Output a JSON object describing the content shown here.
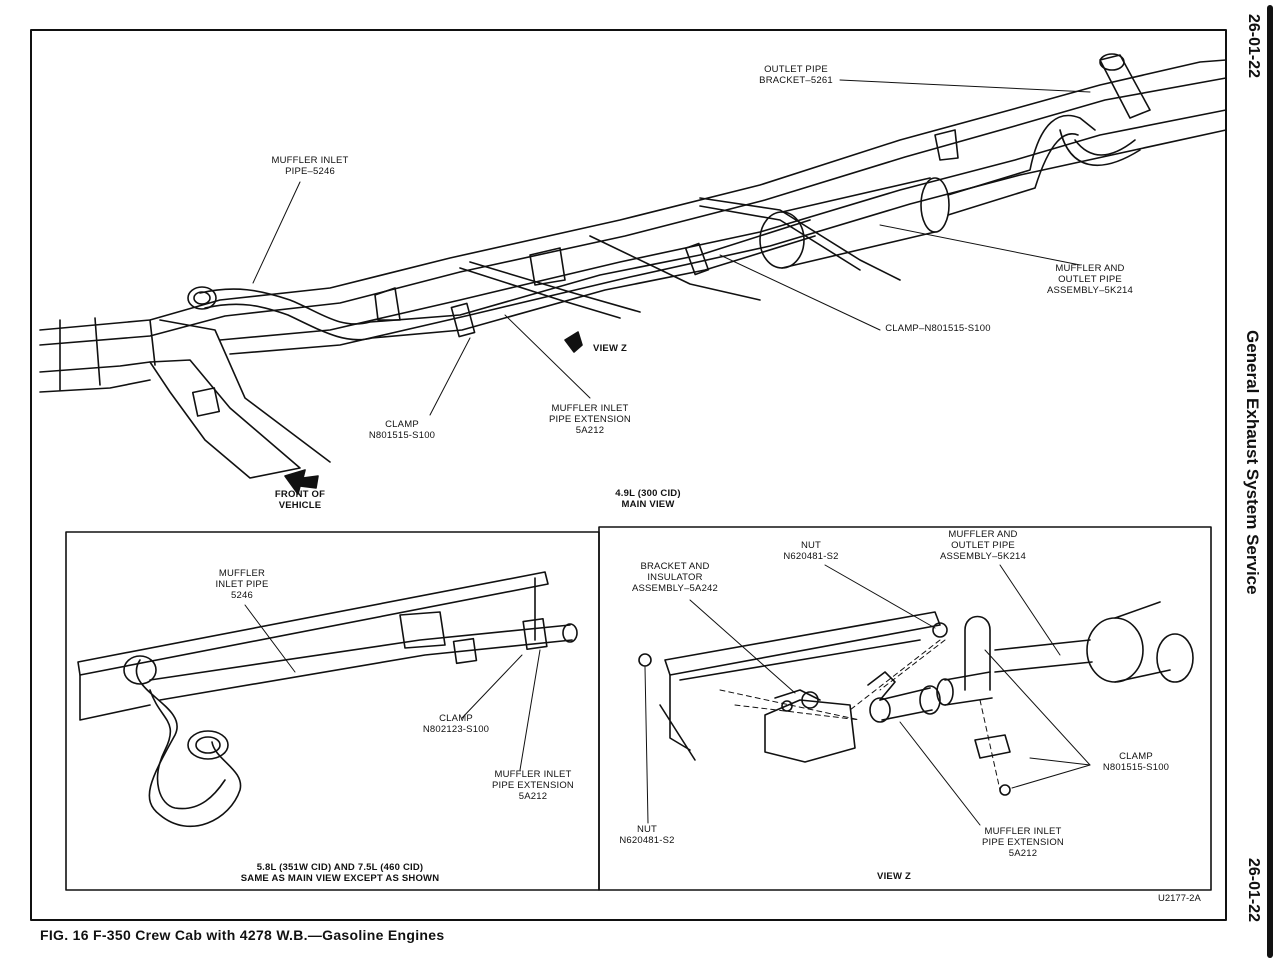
{
  "page_number_top": "26-01-22",
  "page_number_bottom": "26-01-22",
  "section_title": "General Exhaust System Service",
  "figure_caption": "FIG. 16  F-350 Crew Cab with 4278 W.B.—Gasoline Engines",
  "drawing_code": "U2177-2A",
  "main_view": {
    "title": "4.9L (300 CID)\nMAIN VIEW",
    "labels": {
      "outlet_bracket": "OUTLET PIPE\nBRACKET–5261",
      "muffler_inlet_pipe": "MUFFLER INLET\nPIPE–5246",
      "muffler_outlet_assembly": "MUFFLER AND\nOUTLET PIPE\nASSEMBLY–5K214",
      "clamp_right": "CLAMP–N801515-S100",
      "view_z": "VIEW Z",
      "clamp_left": "CLAMP\nN801515-S100",
      "inlet_extension": "MUFFLER INLET\nPIPE EXTENSION\n5A212",
      "front_of_vehicle": "FRONT OF\nVEHICLE"
    }
  },
  "left_view": {
    "title": "5.8L (351W CID) AND 7.5L (460 CID)\nSAME AS MAIN VIEW EXCEPT AS SHOWN",
    "labels": {
      "muffler_inlet_pipe": "MUFFLER\nINLET PIPE\n5246",
      "clamp": "CLAMP\nN802123-S100",
      "inlet_extension": "MUFFLER INLET\nPIPE EXTENSION\n5A212"
    }
  },
  "view_z": {
    "title": "VIEW Z",
    "labels": {
      "nut_top": "NUT\nN620481-S2",
      "bracket_insulator": "BRACKET AND\nINSULATOR\nASSEMBLY–5A242",
      "muffler_outlet_assembly": "MUFFLER AND\nOUTLET PIPE\nASSEMBLY–5K214",
      "clamp": "CLAMP\nN801515-S100",
      "nut_bottom": "NUT\nN620481-S2",
      "inlet_extension": "MUFFLER INLET\nPIPE EXTENSION\n5A212"
    }
  }
}
